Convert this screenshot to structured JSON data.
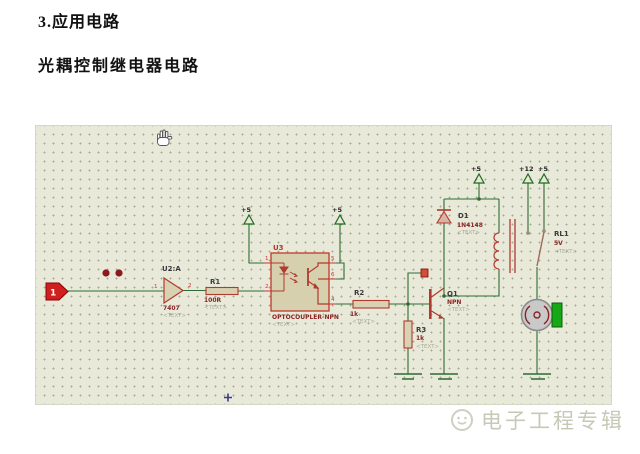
{
  "header": {
    "title": "3.应用电路",
    "subtitle": "光耦控制继电器电路"
  },
  "watermark": {
    "text": "电子工程专辑"
  },
  "schematic": {
    "input_pin": {
      "label": "1"
    },
    "power_flags": {
      "left_opto": "+5",
      "right_opto": "+5",
      "coil": "+5",
      "contact_a": "+12",
      "contact_b": "+5"
    },
    "components": {
      "buffer": {
        "ref": "U2:A",
        "value": "7407",
        "placeholder": "<TEXT>",
        "pin_in": "1",
        "pin_out": "2"
      },
      "r1": {
        "ref": "R1",
        "value": "100R",
        "placeholder": "<TEXT>"
      },
      "opto": {
        "ref": "U3",
        "value": "OPTOCOUPLER-NPN",
        "placeholder": "<TEXT>",
        "pin1": "1",
        "pin2": "2",
        "pin5": "5",
        "pin6": "6",
        "pin4": "4"
      },
      "r2": {
        "ref": "R2",
        "value": "1k",
        "placeholder": "<TEXT>"
      },
      "r3": {
        "ref": "R3",
        "value": "1k",
        "placeholder": "<TEXT>"
      },
      "q1": {
        "ref": "Q1",
        "value": "NPN",
        "placeholder": "<TEXT>"
      },
      "d1": {
        "ref": "D1",
        "value": "1N4148",
        "placeholder": "<TEXT>"
      },
      "relay": {
        "ref": "RL1",
        "value": "5V",
        "placeholder": "<TEXT>"
      }
    }
  },
  "colors": {
    "canvas_bg": "#e8e9d9",
    "wire_green": "#2e6b32",
    "component_red": "#b03a2e",
    "value_red": "#8b2323",
    "ref_gray": "#3b3b3b",
    "placeholder_gray": "#a9ac98",
    "indicator_green": "#17a817",
    "input_red": "#cf1f1f",
    "watermark_gray": "#c6c9b6"
  }
}
